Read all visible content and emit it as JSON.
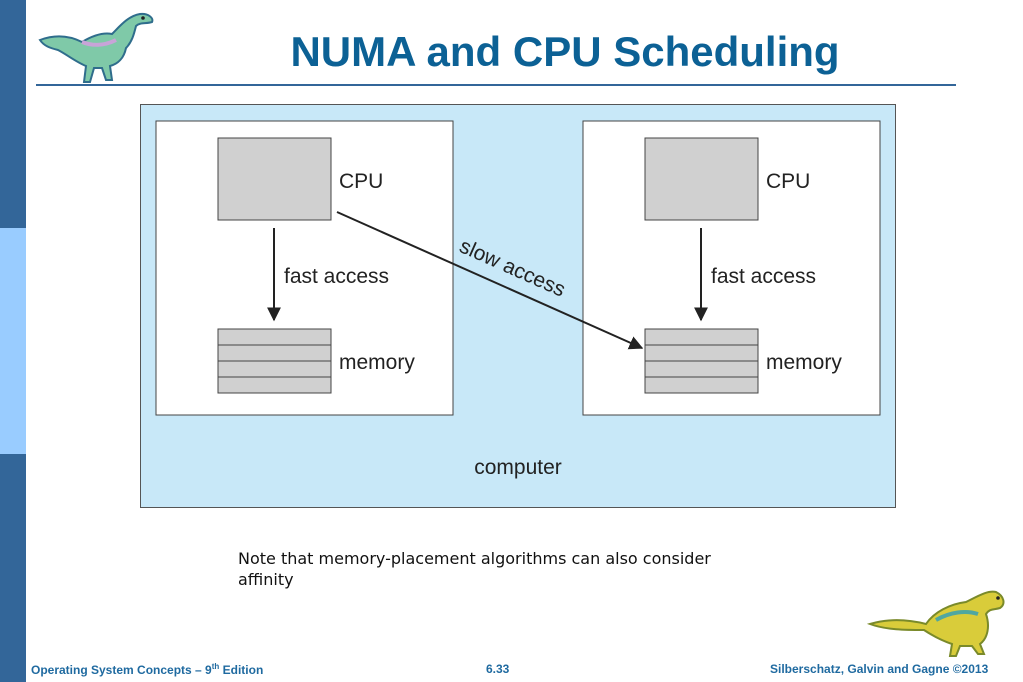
{
  "slide": {
    "title": "NUMA and CPU Scheduling",
    "note": "Note that memory-placement algorithms can also consider affinity"
  },
  "diagram": {
    "outer_label": "computer",
    "left_node": {
      "cpu_label": "CPU",
      "access_label": "fast access",
      "memory_label": "memory"
    },
    "right_node": {
      "cpu_label": "CPU",
      "access_label": "fast access",
      "memory_label": "memory"
    },
    "cross_label": "slow access"
  },
  "footer": {
    "left_text": "Operating System Concepts – 9",
    "left_sup": "th",
    "left_suffix": " Edition",
    "center": "6.33",
    "right": "Silberschatz, Galvin and Gagne ©2013"
  },
  "colors": {
    "title": "#0c6195",
    "sidebar_dark": "#336699",
    "sidebar_light": "#99ccff",
    "diagram_bg": "#c8e8f8",
    "box_fill": "#d0d0d0"
  },
  "icons": {
    "top_left": "dinosaur-icon",
    "bottom_right": "dinosaur-icon"
  }
}
